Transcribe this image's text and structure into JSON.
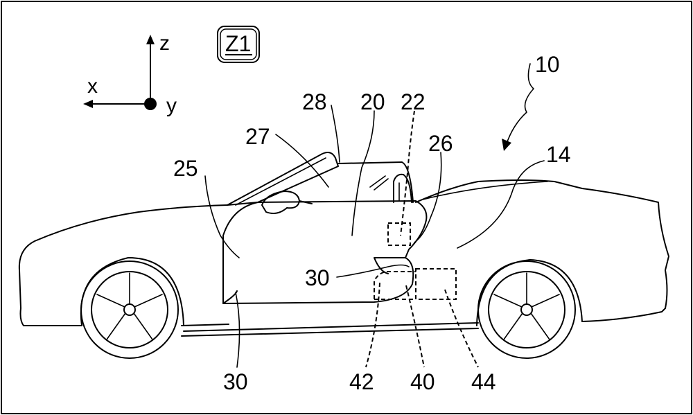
{
  "axes": {
    "x": "x",
    "y": "y",
    "z": "z"
  },
  "view_badge": "Z1",
  "labels": {
    "n10": "10",
    "n14": "14",
    "n20": "20",
    "n22": "22",
    "n25": "25",
    "n26": "26",
    "n27": "27",
    "n28": "28",
    "n30_upper": "30",
    "n30_lower": "30",
    "n40": "40",
    "n42": "42",
    "n44": "44"
  }
}
